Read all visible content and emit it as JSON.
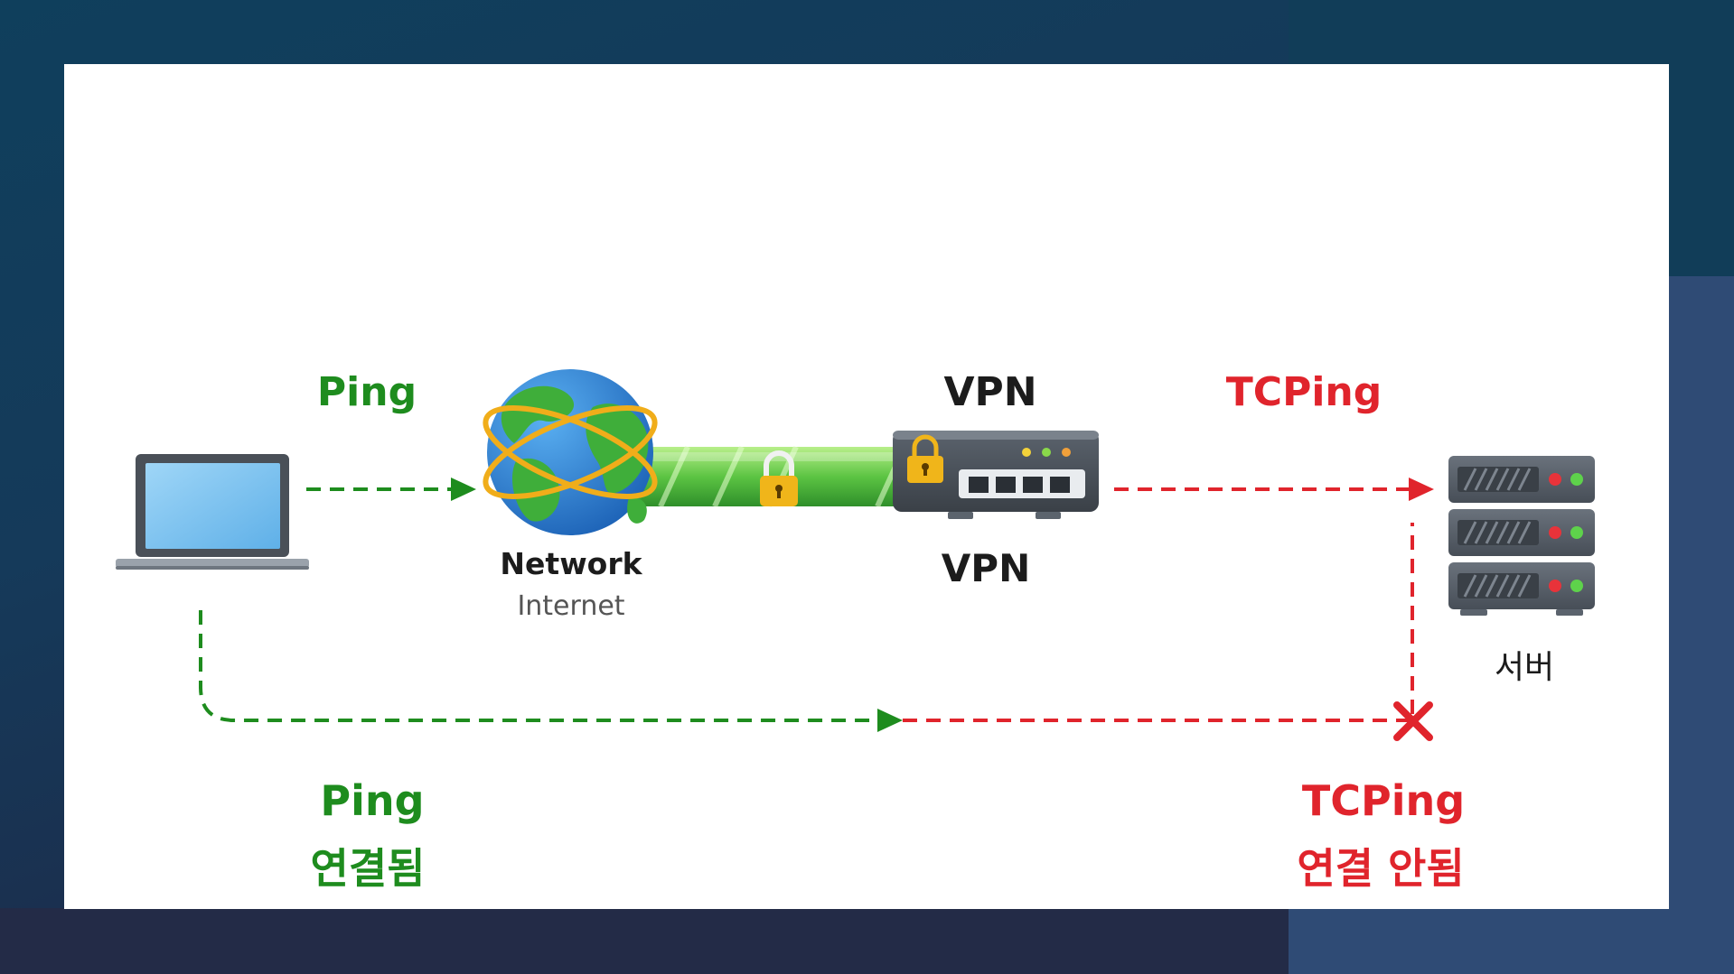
{
  "labels": {
    "ping_top": "Ping",
    "vpn_top": "VPN",
    "tcping_top": "TCPing",
    "network": "Network",
    "internet": "Internet",
    "vpn_bottom": "VPN",
    "server": "서버",
    "ping_bottom": "Ping",
    "ping_connected": "연결됨",
    "tcping_bottom": "TCPing",
    "tcping_not_connected": "연결 안됨"
  },
  "icons": {
    "laptop": "laptop-icon",
    "globe": "globe-icon",
    "tunnel": "vpn-tunnel-icon",
    "tunnel_lock": "lock-icon",
    "vpn_device": "vpn-router-icon",
    "server": "server-icon",
    "fail_mark": "x-mark-icon"
  },
  "colors": {
    "success": "#1e8c1e",
    "failure": "#e0242c"
  }
}
